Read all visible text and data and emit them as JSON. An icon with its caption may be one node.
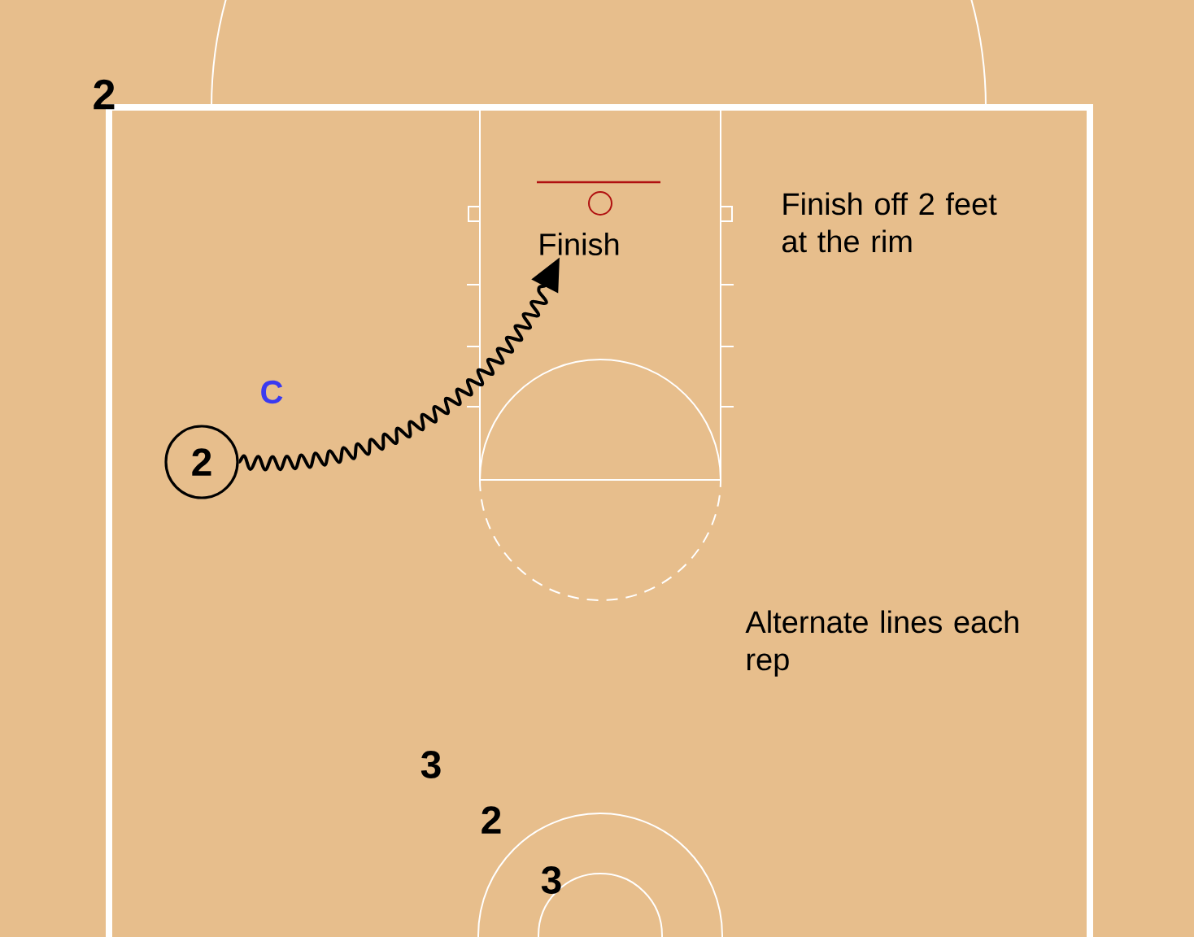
{
  "diagram": {
    "nodes": [
      {
        "text": [
          "2"
        ]
      },
      {
        "text": [
          "Finish"
        ]
      }
    ],
    "edges": [
      {
        "from": 0,
        "to": 1,
        "arrow": "to"
      }
    ],
    "labels": [
      "2",
      "C",
      "Finish off 2 feet at the rim",
      "Alternate lines each rep",
      "3",
      "2",
      "3"
    ]
  }
}
